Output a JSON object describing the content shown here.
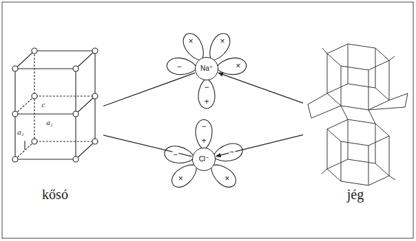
{
  "diagram": {
    "nodes": [
      {
        "text": [
          "kősó"
        ]
      },
      {
        "text": [
          "Na⁺"
        ]
      },
      {
        "text": [
          "Cl⁻"
        ]
      },
      {
        "text": [
          "jég"
        ]
      }
    ],
    "edges": [
      {
        "from": 0,
        "to": 1,
        "arrow": "none"
      },
      {
        "from": 0,
        "to": 2,
        "arrow": "none"
      },
      {
        "from": 3,
        "to": 1,
        "arrow": "to"
      },
      {
        "from": 3,
        "to": 2,
        "arrow": "to"
      }
    ],
    "labels": [
      "c",
      "a₁",
      "a₁",
      "×",
      "×",
      "−",
      "×",
      "−",
      "+",
      "−",
      "+",
      "−",
      "×",
      "×",
      "−"
    ]
  }
}
